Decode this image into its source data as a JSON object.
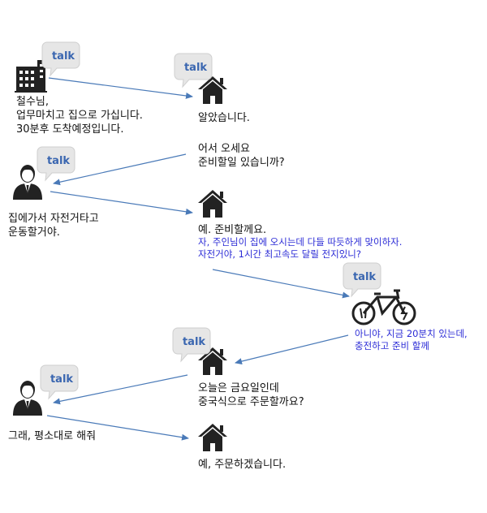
{
  "bubble_label": "talk",
  "colors": {
    "arrow": "#4a7ab8",
    "icon": "#222222",
    "bubble_fill": "#e6e6e6",
    "bubble_text": "#3a66b0",
    "blue_text": "#2b2bd6"
  },
  "icons": {
    "building": "building-icon",
    "house": "house-icon",
    "person": "person-icon",
    "bicycle": "electric-bicycle-icon",
    "bubble": "talk-bubble-icon"
  },
  "messages": {
    "m1": [
      "철수님,",
      "업무마치고 집으로 가십니다.",
      "30분후 도착예정입니다."
    ],
    "m2": [
      "알았습니다."
    ],
    "m3": [
      "어서 오세요",
      "준비할일 있습니까?"
    ],
    "m4": [
      "집에가서 자전거타고",
      "운동할거야."
    ],
    "m5": [
      "예. 준비할께요."
    ],
    "m6": [
      "자, 주인님이 집에 오시는데 다들 따듯하게 맞이하자.",
      "자전거야, 1시간 최고속도 달릴 전지있니?"
    ],
    "m7": [
      "아니야, 지금 20분치 있는데,",
      "충전하고 준비 할께"
    ],
    "m8": [
      "오늘은 금요일인데",
      "중국식으로 주문할까요?"
    ],
    "m9": [
      "그래, 평소대로 해줘"
    ],
    "m10": [
      "예, 주문하겠습니다."
    ]
  }
}
